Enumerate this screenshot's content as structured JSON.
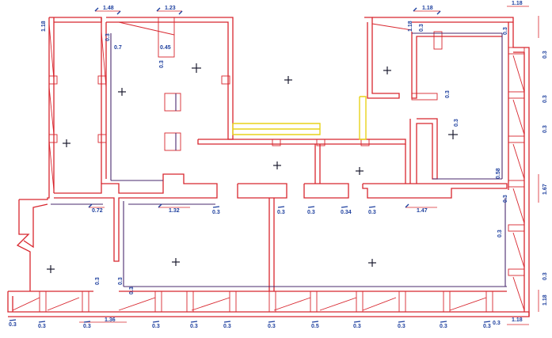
{
  "colors": {
    "wall": "#d8262e",
    "inner_line": "#4a2a6e",
    "dimension_text": "#1d3f9e",
    "highlight": "#e8d21a",
    "marker": "#1a1a2e",
    "background": "#ffffff"
  },
  "dims_top": [
    "1.48",
    "1.23",
    "1.18",
    "1.18"
  ],
  "dims_upper": [
    "0.3",
    "0.7",
    "0.45",
    "0.3",
    "0.3",
    "0.3",
    "0.3"
  ],
  "dims_side": [
    "1.18",
    "1.18",
    "0.3",
    "0.3",
    "0.3",
    "0.3",
    "0.58",
    "1.67",
    "0.3",
    "0.3",
    "0.3",
    "1.18"
  ],
  "dims_mid": [
    "0.72",
    "1.32",
    "0.3",
    "0.3",
    "0.3",
    "0.34",
    "0.3",
    "1.47",
    "0.3",
    "0.3",
    "0.3"
  ],
  "dims_bottom": [
    "0.3",
    "0.3",
    "0.3",
    "1.36",
    "0.3",
    "0.3",
    "0.3",
    "0.3",
    "0.5",
    "0.3",
    "0.3",
    "0.3",
    "0.3",
    "0.3",
    "1.18"
  ]
}
